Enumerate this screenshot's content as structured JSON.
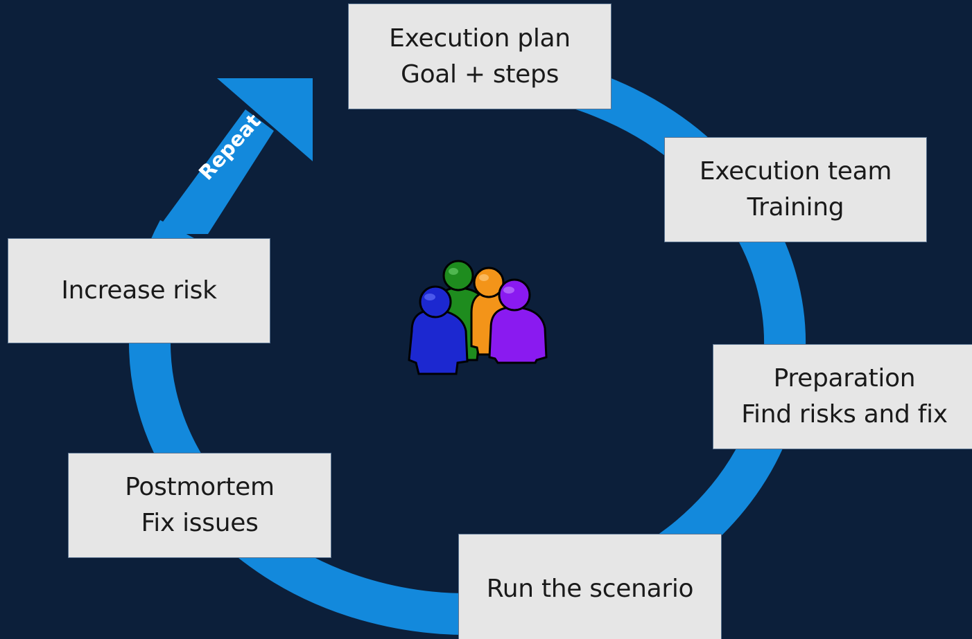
{
  "colors": {
    "background": "#0c1f3a",
    "cycle_arrow": "#1389dc",
    "box_fill": "#e6e6e6",
    "box_text": "#1a1a1a",
    "person_blue": "#1c28d0",
    "person_green": "#1e8c1e",
    "person_orange": "#f39419",
    "person_purple": "#8a1af0"
  },
  "cycle": {
    "repeat_label": "Repeat",
    "center_icon": "team-people-icon"
  },
  "steps": [
    {
      "id": "plan",
      "lines": [
        "Execution plan",
        "Goal + steps"
      ]
    },
    {
      "id": "team",
      "lines": [
        "Execution team",
        "Training"
      ]
    },
    {
      "id": "prep",
      "lines": [
        "Preparation",
        "Find risks and fix"
      ]
    },
    {
      "id": "run",
      "lines": [
        "Run the scenario"
      ]
    },
    {
      "id": "post",
      "lines": [
        "Postmortem",
        "Fix issues"
      ]
    },
    {
      "id": "risk",
      "lines": [
        "Increase risk"
      ]
    }
  ]
}
